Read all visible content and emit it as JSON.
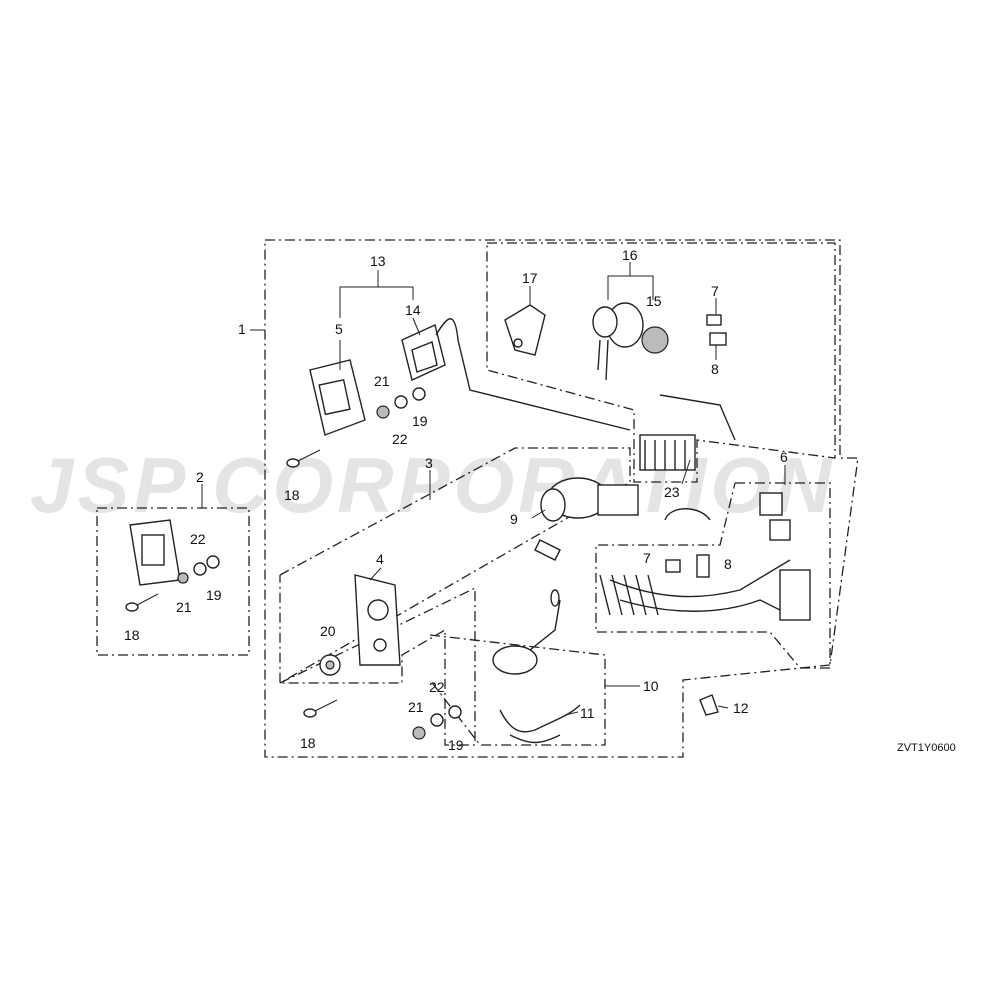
{
  "diagram": {
    "watermark": "JSP CORPORATION",
    "drawing_code": "ZVT1Y0600",
    "callouts": {
      "c1": "1",
      "c2": "2",
      "c3": "3",
      "c4": "4",
      "c5": "5",
      "c6": "6",
      "c7a": "7",
      "c7b": "7",
      "c8a": "8",
      "c8b": "8",
      "c9": "9",
      "c10": "10",
      "c11": "11",
      "c12": "12",
      "c13": "13",
      "c14": "14",
      "c15": "15",
      "c16": "16",
      "c17": "17",
      "c18a": "18",
      "c18b": "18",
      "c18c": "18",
      "c19a": "19",
      "c19b": "19",
      "c19c": "19",
      "c20": "20",
      "c21a": "21",
      "c21b": "21",
      "c21c": "21",
      "c22a": "22",
      "c22b": "22",
      "c22c": "22",
      "c23": "23"
    }
  }
}
